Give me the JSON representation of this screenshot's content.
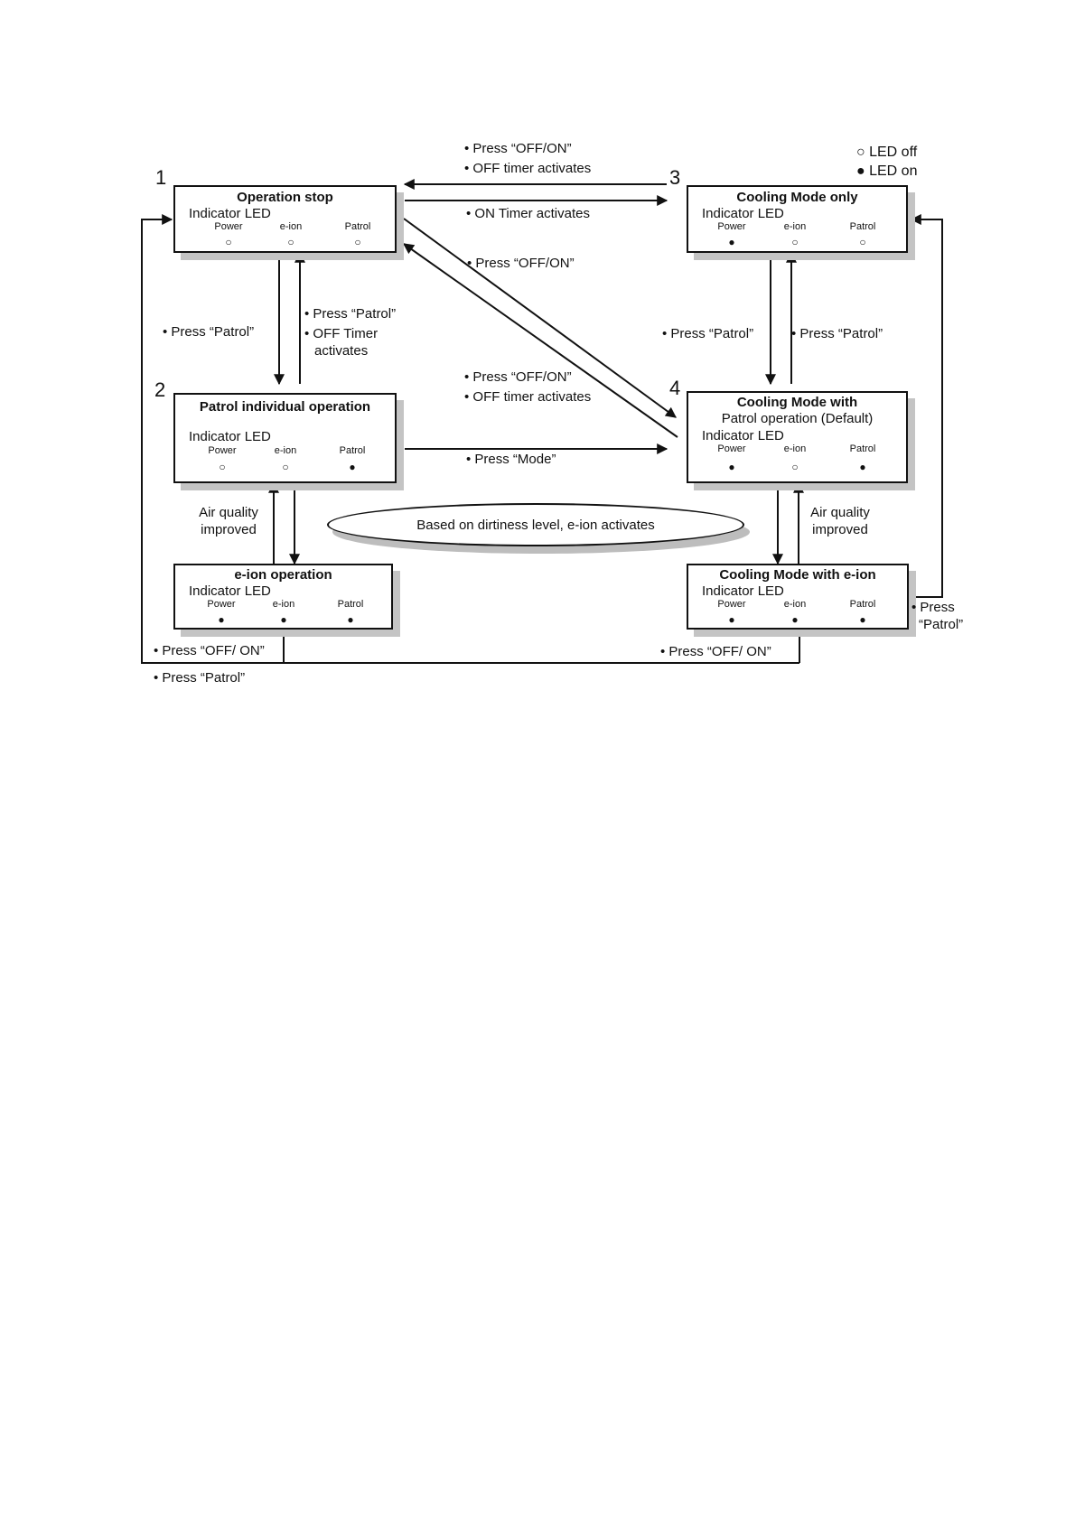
{
  "legend": {
    "off": "○ LED off",
    "on": "● LED on"
  },
  "state_numbers": [
    "1",
    "2",
    "3",
    "4"
  ],
  "led_labels": {
    "power": "Power",
    "eion": "e-ion",
    "patrol": "Patrol"
  },
  "led_symbols": {
    "off": "○",
    "on": "●"
  },
  "states": {
    "stop": {
      "title": "Operation stop",
      "indicator": "Indicator LED",
      "leds": [
        "off",
        "off",
        "off"
      ]
    },
    "patrol": {
      "title": "Patrol individual operation",
      "indicator": "Indicator LED",
      "leds": [
        "off",
        "off",
        "on"
      ]
    },
    "eion": {
      "title": "e-ion operation",
      "indicator": "Indicator LED",
      "leds": [
        "on",
        "on",
        "on"
      ]
    },
    "cooling": {
      "title": "Cooling Mode only",
      "indicator": "Indicator LED",
      "leds": [
        "on",
        "off",
        "off"
      ]
    },
    "cooling_patrol": {
      "title": "Cooling Mode with",
      "subtitle": "Patrol operation (Default)",
      "indicator": "Indicator LED",
      "leds": [
        "on",
        "off",
        "on"
      ]
    },
    "cooling_eion": {
      "title": "Cooling Mode with e-ion",
      "indicator": "Indicator LED",
      "leds": [
        "on",
        "on",
        "on"
      ]
    }
  },
  "transitions": {
    "top_back_1": "• Press “OFF/ON”",
    "top_back_2": "• OFF timer activates",
    "top_forward": "• ON Timer activates",
    "diag_up": "• Press “OFF/ON”",
    "diag_down_1": "• Press “OFF/ON”",
    "diag_down_2": "• OFF timer activates",
    "left_down": "• Press “Patrol”",
    "left_up_1": "• Press “Patrol”",
    "left_up_2": "• OFF Timer",
    "left_up_3": "activates",
    "right_down": "• Press “Patrol”",
    "right_up": "• Press “Patrol”",
    "mode": "• Press “Mode”",
    "air_left_1": "Air quality",
    "air_left_2": "improved",
    "air_right_1": "Air quality",
    "air_right_2": "improved",
    "dirt": "Based on dirtiness level, e-ion activates",
    "bottom_left_1": "• Press “OFF/ ON”",
    "bottom_left_2": "• Press “Patrol”",
    "bottom_right": "• Press “OFF/ ON”",
    "far_right_1": "• Press",
    "far_right_2": "“Patrol”"
  }
}
